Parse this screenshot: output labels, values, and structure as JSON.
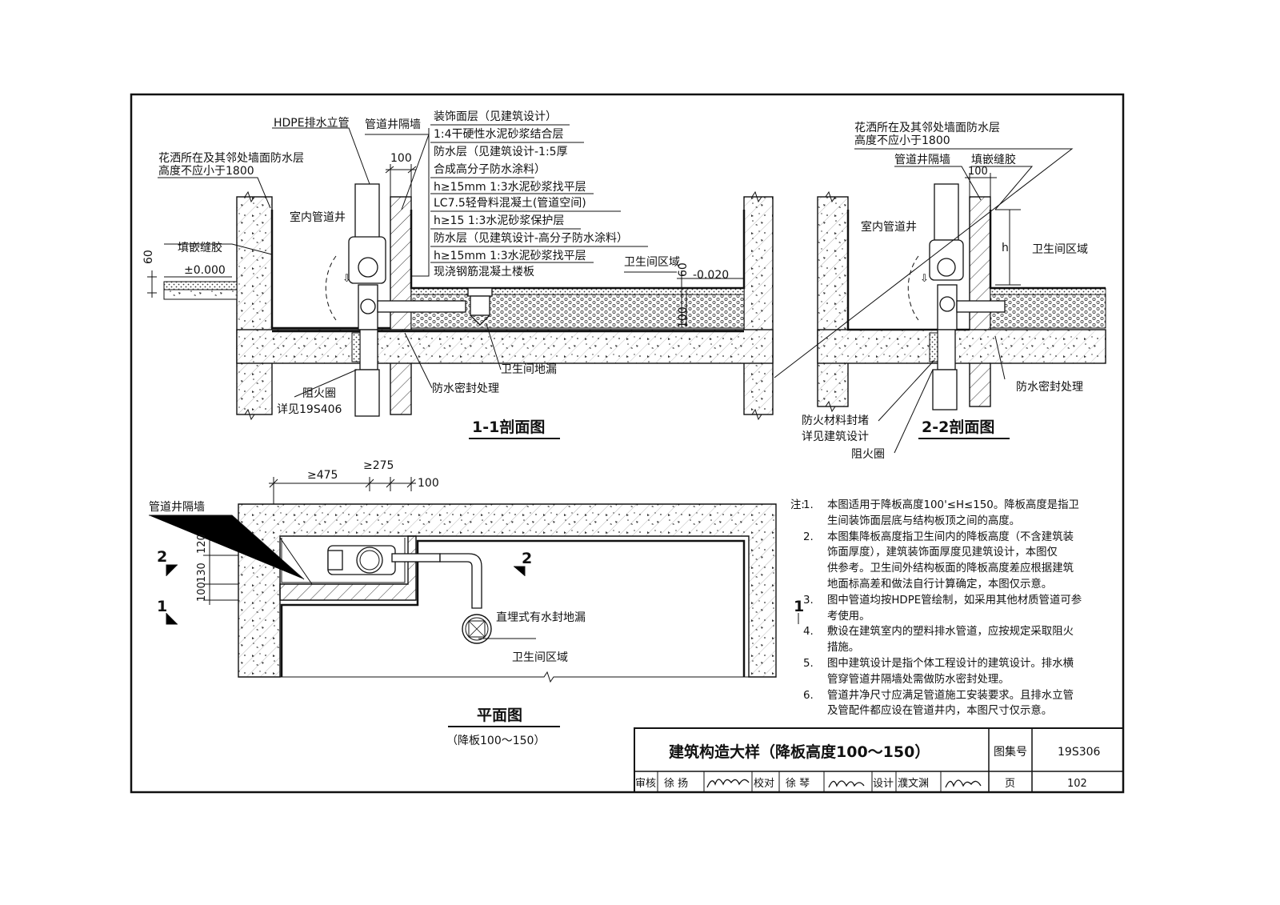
{
  "section_1_1": {
    "title": "1-1剖面图",
    "labels": {
      "hdpe_stack": "HDPE排水立管",
      "shaft_wall": "管道井隔墙",
      "wall_waterproof_l1": "花洒所在及其邻处墙面防水层",
      "wall_waterproof_l2": "高度不应小于1800",
      "dim_100": "100",
      "indoor_shaft": "室内管道井",
      "sealant": "填嵌缝胶",
      "level_zero": "±0.000",
      "dim_60_left": "60",
      "bathroom_area": "卫生间区域",
      "dim_60": "60",
      "level_minus": "-0.020",
      "dim_100_v": "100",
      "floor_drain": "卫生间地漏",
      "waterproof_seal": "防水密封处理",
      "fire_ring": "阻火圈",
      "fire_ring_ref": "详见19S406"
    },
    "layers": [
      "装饰面层（见建筑设计）",
      "1:4干硬性水泥砂浆结合层",
      "防水层（见建筑设计-1:5厚",
      "合成高分子防水涂料）",
      "h≥15mm 1:3水泥砂浆找平层",
      "LC7.5轻骨料混凝土(管道空间)",
      "h≥15 1:3水泥砂浆保护层",
      "防水层（见建筑设计-高分子防水涂料）",
      "h≥15mm 1:3水泥砂浆找平层",
      "现浇钢筋混凝土楼板"
    ]
  },
  "section_2_2": {
    "title": "2-2剖面图",
    "labels": {
      "wall_waterproof_l1": "花洒所在及其邻处墙面防水层",
      "wall_waterproof_l2": "高度不应小于1800",
      "shaft_wall": "管道井隔墙",
      "sealant": "填嵌缝胶",
      "dim_100": "100",
      "indoor_shaft": "室内管道井",
      "dim_h": "h",
      "bathroom_area": "卫生间区域",
      "waterproof_seal": "防水密封处理",
      "fire_seal_l1": "防火材料封堵",
      "fire_seal_l2": "详见建筑设计",
      "fire_ring": "阻火圈"
    }
  },
  "plan": {
    "title": "平面图",
    "subtitle": "（降板100～150）",
    "labels": {
      "dim_475": "≥475",
      "dim_275": "≥275",
      "dim_100": "100",
      "shaft_wall": "管道井隔墙",
      "dim_120": "120",
      "dim_130": "130",
      "dim_100_v": "100",
      "cut_2_left": "2",
      "cut_2_mid": "2",
      "cut_1_left": "1",
      "cut_1_right": "1",
      "floor_drain": "直埋式有水封地漏",
      "bathroom_area": "卫生间区域"
    }
  },
  "notes": {
    "lead": "注:",
    "items": [
      {
        "num": "1.",
        "lines": [
          "本图适用于降板高度100'≤H≤150。降板高度是指卫",
          "生间装饰面层底与结构板顶之间的高度。"
        ]
      },
      {
        "num": "2.",
        "lines": [
          "本图集降板高度指卫生间内的降板高度（不含建筑装",
          "饰面厚度），建筑装饰面厚度见建筑设计，本图仅",
          "供参考。卫生间外结构板面的降板高度差应根据建筑",
          "地面标高差和做法自行计算确定，本图仅示意。"
        ]
      },
      {
        "num": "3.",
        "lines": [
          "图中管道均按HDPE管绘制，如采用其他材质管道可参",
          "考使用。"
        ]
      },
      {
        "num": "4.",
        "lines": [
          "敷设在建筑室内的塑料排水管道，应按规定采取阻火",
          "措施。"
        ]
      },
      {
        "num": "5.",
        "lines": [
          "图中建筑设计是指个体工程设计的建筑设计。排水横",
          "管穿管道井隔墙处需做防水密封处理。"
        ]
      },
      {
        "num": "6.",
        "lines": [
          "管道井净尺寸应满足管道施工安装要求。且排水立管",
          "及管配件都应设在管道井内，本图尺寸仅示意。"
        ]
      }
    ]
  },
  "title_block": {
    "drawing_title": "建筑构造大样（降板高度100～150）",
    "atlas_label": "图集号",
    "atlas_no": "19S306",
    "review_label": "审核",
    "reviewer": "徐 扬",
    "check_label": "校对",
    "checker": "徐 琴",
    "design_label": "设计",
    "designer": "濮文渊",
    "page_label": "页",
    "page_no": "102"
  }
}
